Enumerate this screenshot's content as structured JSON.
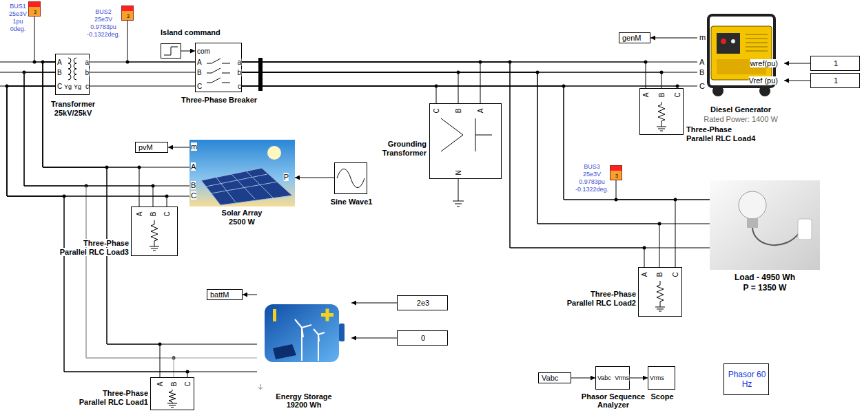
{
  "diagram": {
    "nodes": [
      {
        "text": [
          "BUS1 25e3V 1pu 0deg.",
          "3"
        ]
      },
      {
        "text": [
          "BUS2 25e3V 0.9783pu -0.1322deg.",
          "3"
        ]
      },
      {
        "text": [
          "Island command"
        ]
      },
      {
        "text": [
          "genM"
        ]
      },
      {
        "text": [
          "m",
          "A",
          "B",
          "C",
          "wref(pu)",
          "Vref (pu)",
          "Diesel Generator",
          "Rated Power: 1400 W"
        ]
      },
      {
        "text": [
          "1"
        ]
      },
      {
        "text": [
          "A",
          "B",
          "C",
          "a",
          "b",
          "c",
          "Yg",
          "Yg",
          "Transformer 25kV/25kV"
        ]
      },
      {
        "text": [
          "com",
          "A",
          "B",
          "C",
          "a",
          "b",
          "c",
          "Three-Phase Breaker"
        ]
      },
      {
        "text": [
          "1"
        ]
      },
      {
        "text": [
          "A",
          "B",
          "C",
          "Three-Phase Parallel RLC Load4"
        ]
      },
      {
        "text": [
          "pvM"
        ]
      },
      {
        "text": [
          "m",
          "A",
          "B",
          "C",
          "P",
          "Solar Array 2500 W"
        ]
      },
      {
        "text": [
          "Sine Wave1"
        ]
      },
      {
        "text": [
          "C",
          "B",
          "A",
          "N",
          "Grounding Transformer"
        ]
      },
      {
        "text": [
          "BUS3 25e3V 0.9783pu -0.1322deg.",
          "3"
        ]
      },
      {
        "text": [
          "A",
          "B",
          "C",
          "Three-Phase Parallel RLC Load3"
        ]
      },
      {
        "text": [
          "Load - 4950 Wh",
          "P = 1350 W"
        ]
      },
      {
        "text": [
          "A",
          "B",
          "C",
          "Three-Phase Parallel RLC Load2"
        ]
      },
      {
        "text": [
          "battM"
        ]
      },
      {
        "text": [
          "Energy Storage 19200 Wh"
        ]
      },
      {
        "text": [
          "2e3"
        ]
      },
      {
        "text": [
          "0"
        ]
      },
      {
        "text": [
          "A",
          "B",
          "C",
          "Three-Phase Parallel RLC Load1"
        ]
      },
      {
        "text": [
          "Vabc"
        ]
      },
      {
        "text": [
          "Vabc",
          "Vrms",
          "Phasor Sequence Analyzer"
        ]
      },
      {
        "text": [
          "Vrms",
          "Scope"
        ]
      },
      {
        "text": [
          "Phasor 60 Hz"
        ]
      }
    ],
    "edges": [
      {
        "from": 2,
        "to": 7,
        "arrow": "to"
      },
      {
        "from": 4,
        "to": 3,
        "arrow": "to"
      },
      {
        "from": 5,
        "to": 4,
        "arrow": "to"
      },
      {
        "from": 8,
        "to": 4,
        "arrow": "to"
      },
      {
        "from": 11,
        "to": 10,
        "arrow": "to"
      },
      {
        "from": 12,
        "to": 11,
        "arrow": "to"
      },
      {
        "from": 19,
        "to": 18,
        "arrow": "to"
      },
      {
        "from": 20,
        "to": 19,
        "arrow": "to"
      },
      {
        "from": 21,
        "to": 19,
        "arrow": "to"
      },
      {
        "from": 23,
        "to": 24,
        "arrow": "to"
      },
      {
        "from": 24,
        "to": 25,
        "arrow": "to"
      },
      {
        "from": 0,
        "to": 6,
        "arrow": "none"
      },
      {
        "from": 1,
        "to": 7,
        "arrow": "none"
      },
      {
        "from": 6,
        "to": 7,
        "arrow": "none"
      },
      {
        "from": 6,
        "to": 7,
        "arrow": "none"
      },
      {
        "from": 6,
        "to": 7,
        "arrow": "none"
      },
      {
        "from": 7,
        "to": 4,
        "arrow": "none"
      },
      {
        "from": 7,
        "to": 4,
        "arrow": "none"
      },
      {
        "from": 7,
        "to": 4,
        "arrow": "none"
      },
      {
        "from": 7,
        "to": 13,
        "arrow": "none"
      },
      {
        "from": 7,
        "to": 13,
        "arrow": "none"
      },
      {
        "from": 7,
        "to": 13,
        "arrow": "none"
      },
      {
        "from": 7,
        "to": 9,
        "arrow": "none"
      },
      {
        "from": 7,
        "to": 9,
        "arrow": "none"
      },
      {
        "from": 7,
        "to": 9,
        "arrow": "none"
      },
      {
        "from": 7,
        "to": 16,
        "arrow": "none"
      },
      {
        "from": 7,
        "to": 16,
        "arrow": "none"
      },
      {
        "from": 7,
        "to": 16,
        "arrow": "none"
      },
      {
        "from": 7,
        "to": 17,
        "arrow": "none"
      },
      {
        "from": 7,
        "to": 17,
        "arrow": "none"
      },
      {
        "from": 7,
        "to": 17,
        "arrow": "none"
      },
      {
        "from": 14,
        "to": 16,
        "arrow": "none"
      },
      {
        "from": 6,
        "to": 11,
        "arrow": "none"
      },
      {
        "from": 6,
        "to": 11,
        "arrow": "none"
      },
      {
        "from": 6,
        "to": 11,
        "arrow": "none"
      },
      {
        "from": 6,
        "to": 15,
        "arrow": "none"
      },
      {
        "from": 6,
        "to": 15,
        "arrow": "none"
      },
      {
        "from": 6,
        "to": 15,
        "arrow": "none"
      },
      {
        "from": 6,
        "to": 19,
        "arrow": "none"
      },
      {
        "from": 6,
        "to": 19,
        "arrow": "none"
      },
      {
        "from": 6,
        "to": 19,
        "arrow": "none"
      },
      {
        "from": 6,
        "to": 22,
        "arrow": "none"
      },
      {
        "from": 6,
        "to": 22,
        "arrow": "none"
      },
      {
        "from": 6,
        "to": 22,
        "arrow": "none"
      }
    ]
  }
}
